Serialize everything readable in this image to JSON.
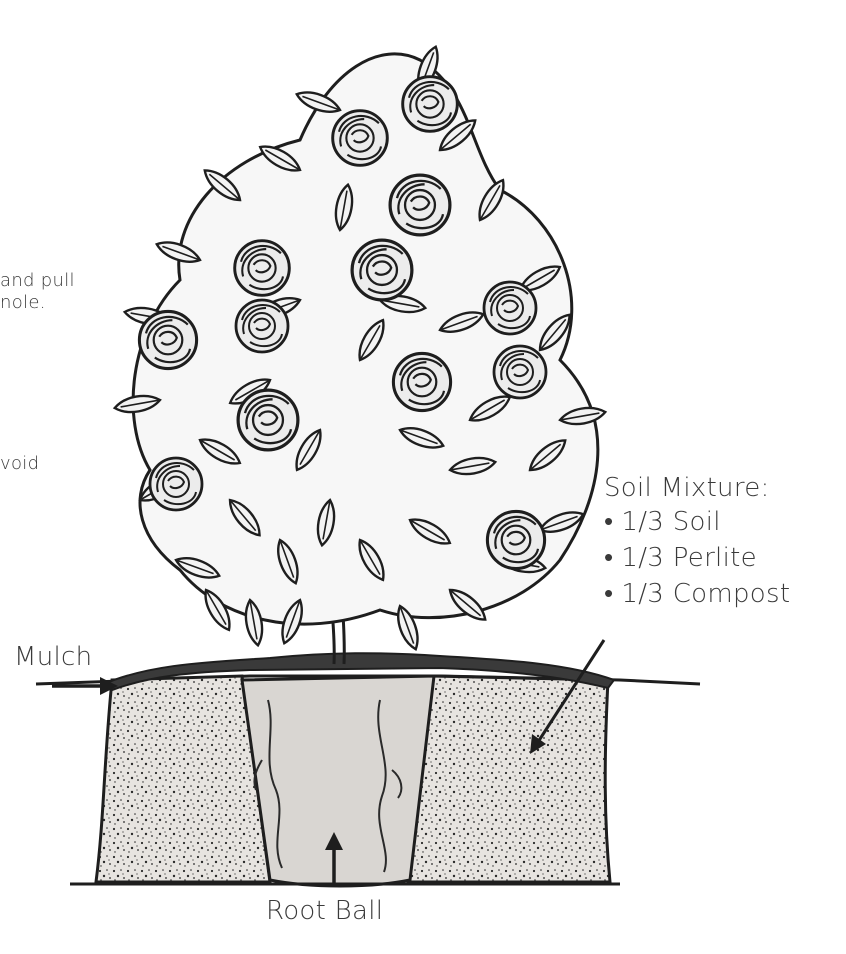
{
  "fragments": {
    "line_1": "and pull",
    "line_2": "nole.",
    "line_3": "void"
  },
  "soil_mixture": {
    "title": "Soil Mixture:",
    "items": [
      {
        "bullet": "•",
        "text": "1/3 Soil"
      },
      {
        "bullet": "•",
        "text": "1/3 Perlite"
      },
      {
        "bullet": "•",
        "text": "1/3 Compost"
      }
    ]
  },
  "mulch_label": "Mulch",
  "root_ball_label": "Root Ball",
  "colors": {
    "ink": "#1e1e1e",
    "leaf": "#f2f2f2",
    "soil_fill": "#e7e4e0",
    "root_ball_fill": "#d9d6d2",
    "text": "#3a3a3a"
  },
  "icons": {
    "arrow": "arrow-icon",
    "flower": "camellia-flower-icon",
    "leaf": "leaf-icon"
  }
}
